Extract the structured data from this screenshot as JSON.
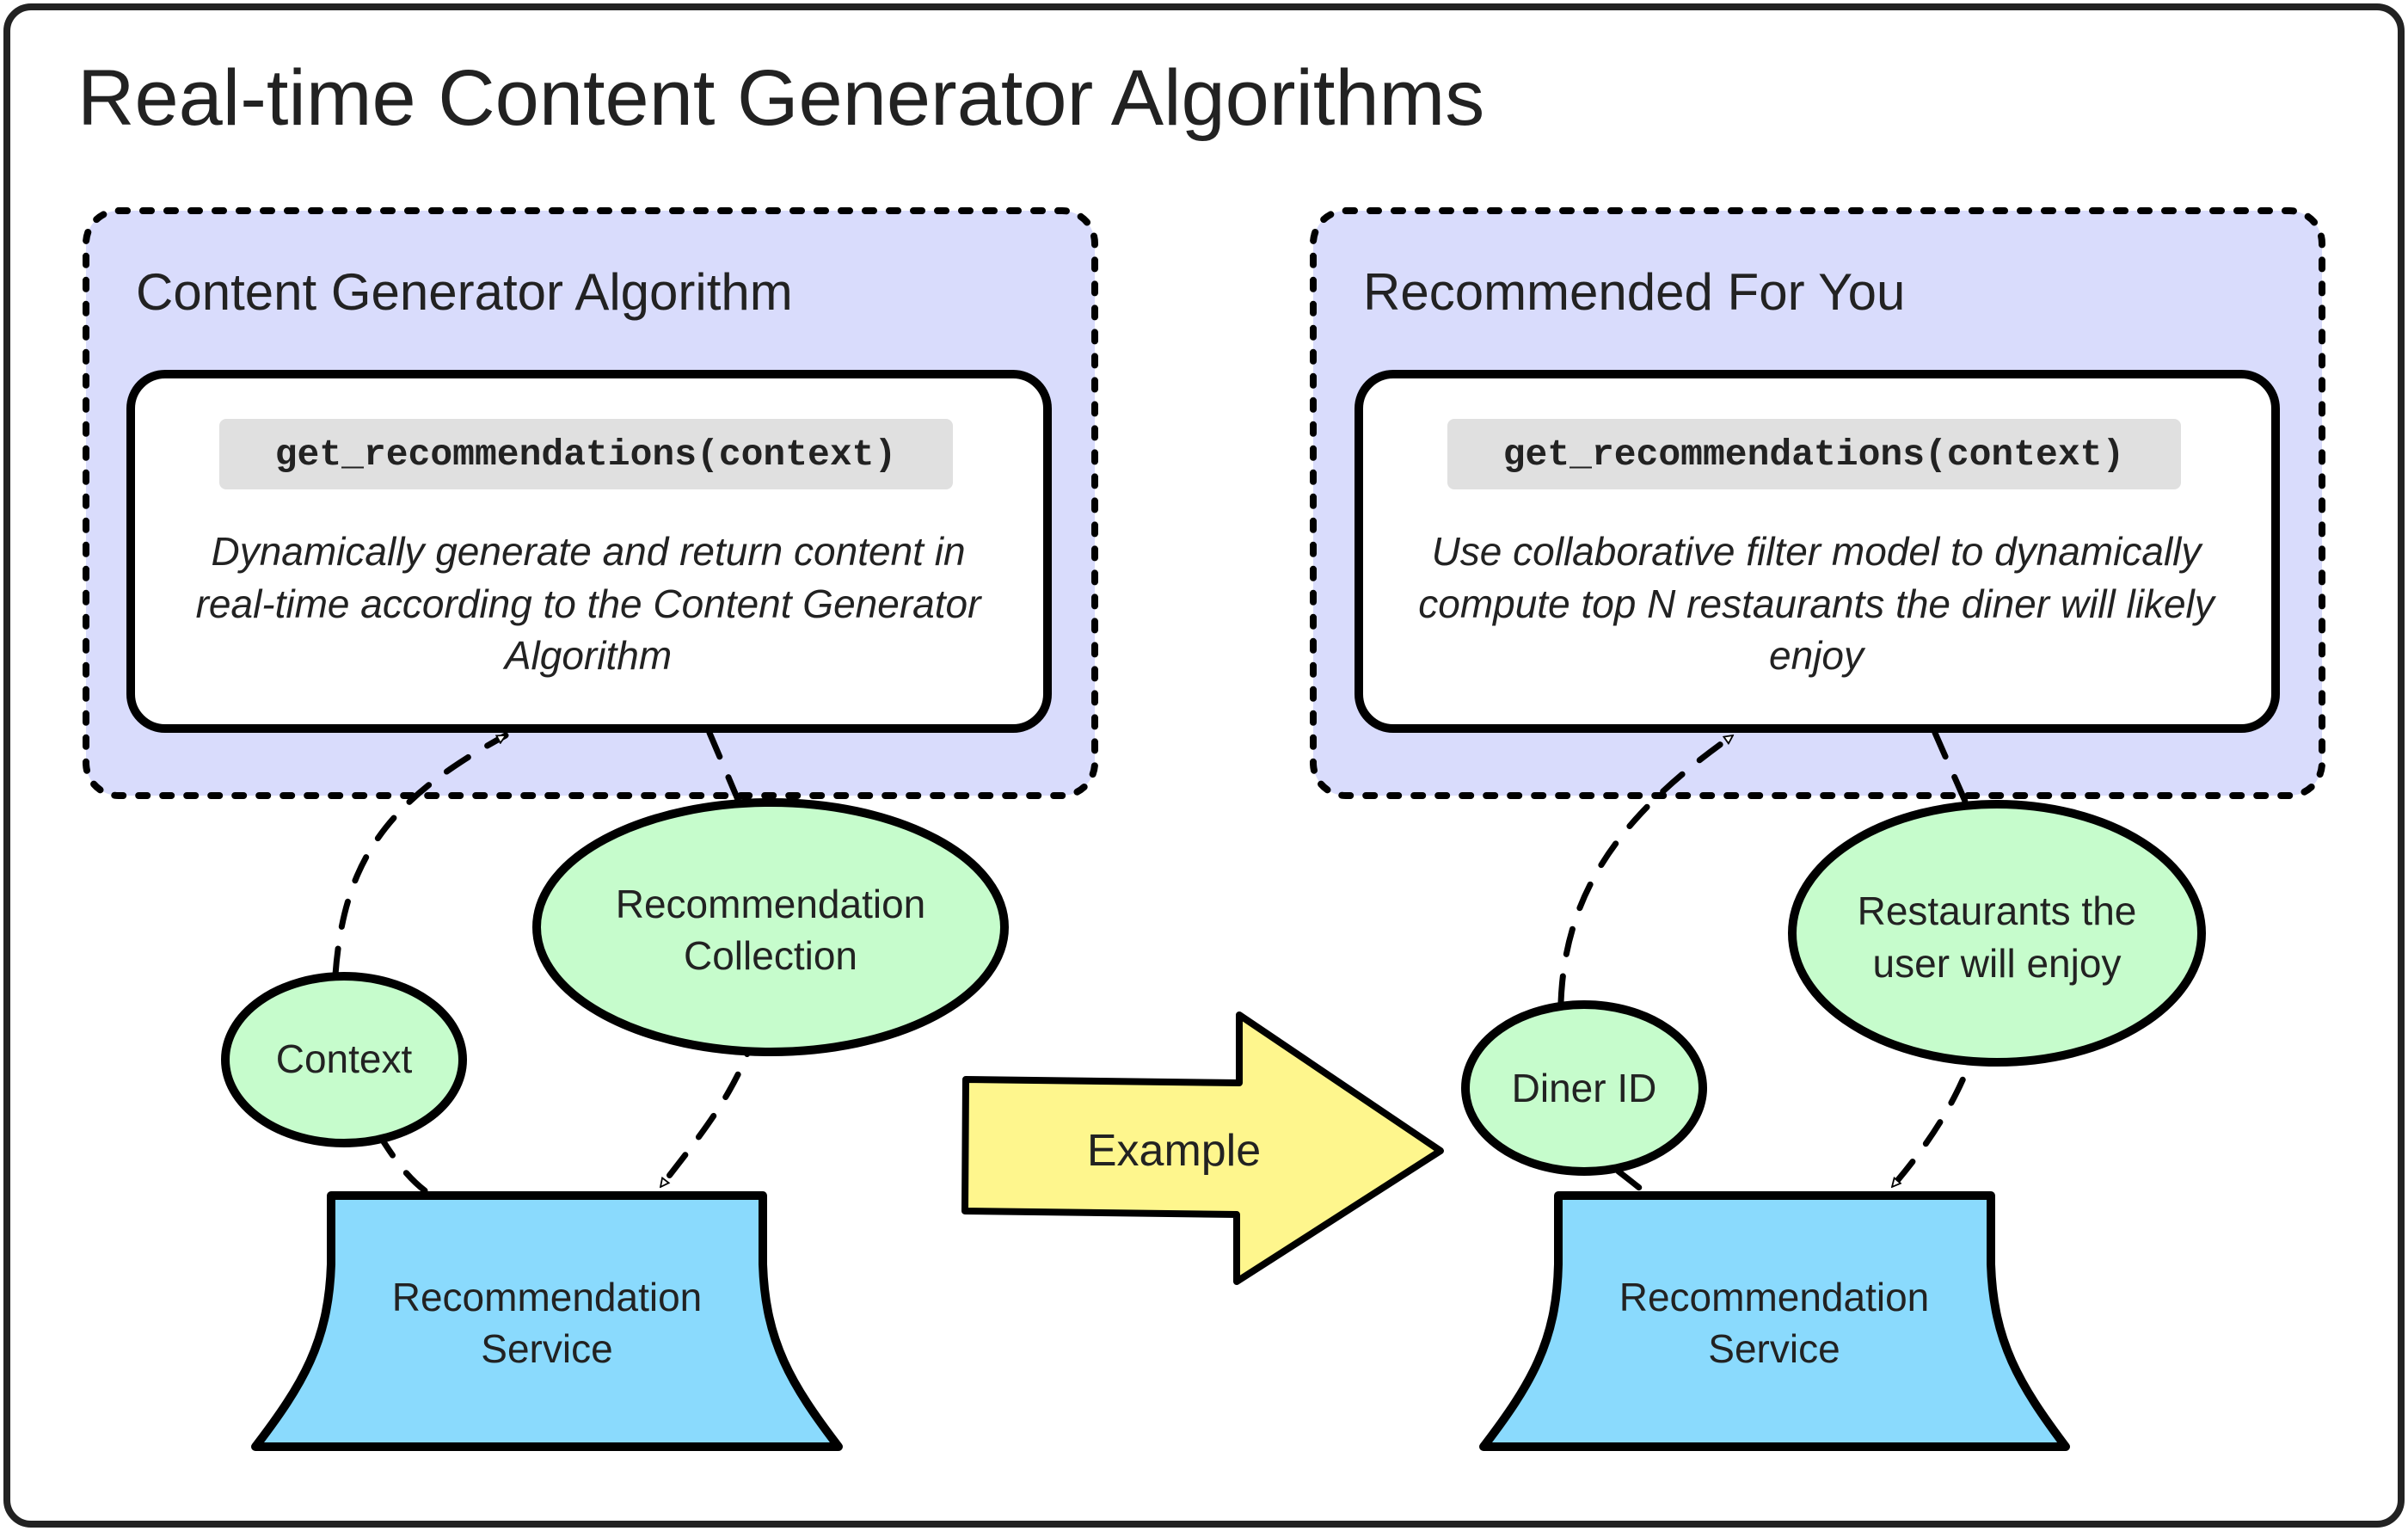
{
  "title": "Real-time Content Generator Algorithms",
  "colors": {
    "frame_border": "#222222",
    "group_fill": "#d9dcfc",
    "code_bg": "#e0e0e0",
    "data_fill": "#c6fccc",
    "service_fill": "#8adafd",
    "example_fill": "#fef68d",
    "stroke": "#000000",
    "text": "#222222"
  },
  "panels": [
    {
      "heading": "Content Generator Algorithm",
      "function_signature": "get_recommendations(context)",
      "description_lines": [
        "Dynamically generate and return content in",
        "real-time according to the Content Generator",
        "Algorithm"
      ],
      "input_label": "Context",
      "output_label_lines": [
        "Recommendation",
        "Collection"
      ],
      "service_label_lines": [
        "Recommendation",
        "Service"
      ]
    },
    {
      "heading": "Recommended For You",
      "function_signature": "get_recommendations(context)",
      "description_lines": [
        "Use collaborative filter model to dynamically",
        "compute top N restaurants the diner will likely",
        "enjoy"
      ],
      "input_label": "Diner ID",
      "output_label_lines": [
        "Restaurants the",
        "user will enjoy"
      ],
      "service_label_lines": [
        "Recommendation",
        "Service"
      ]
    }
  ],
  "transition_arrow": {
    "label": "Example"
  }
}
